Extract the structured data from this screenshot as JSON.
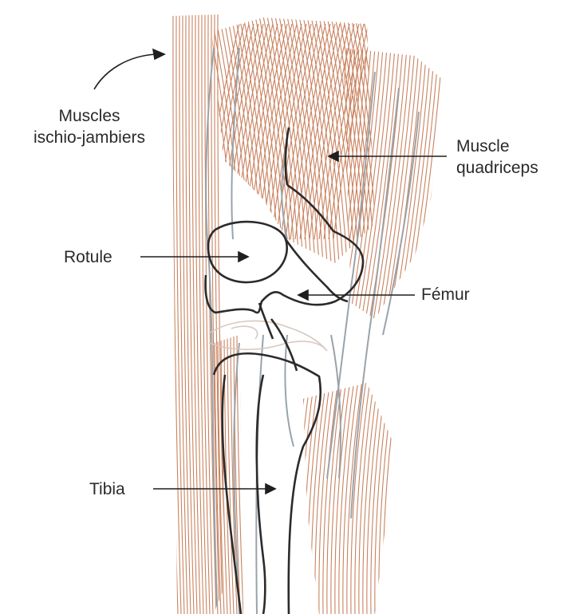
{
  "labels": {
    "hamstrings_line1": "Muscles",
    "hamstrings_line2": "ischio-jambiers",
    "quadriceps_line1": "Muscle",
    "quadriceps_line2": "quadriceps",
    "patella": "Rotule",
    "femur": "Fémur",
    "tibia": "Tibia"
  },
  "colors": {
    "muscle_fiber": "#c9825f",
    "bone_outline": "#2b2b2b",
    "soft_outline": "#9aa3aa",
    "label_text": "#2a2a2a"
  }
}
